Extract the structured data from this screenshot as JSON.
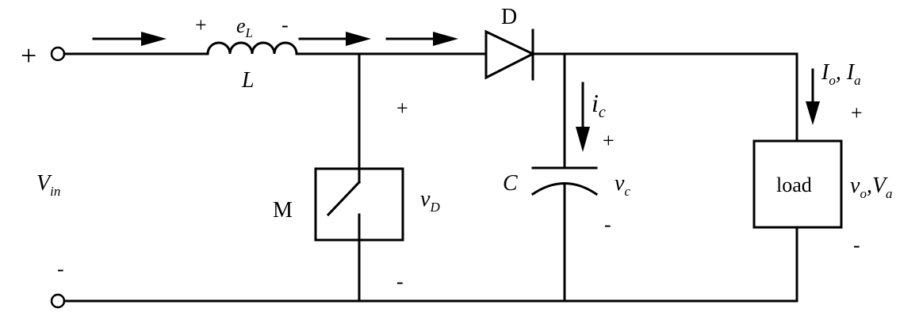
{
  "labels": {
    "input_plus": "+",
    "input_minus": "-",
    "v_in": "V",
    "v_in_sub": "in",
    "inductor_voltage": "e",
    "inductor_voltage_sub": "L",
    "inductor_plus": "+",
    "inductor_minus": "-",
    "inductor_name": "L",
    "switch_name": "M",
    "switch_voltage": "v",
    "switch_voltage_sub": "D",
    "switch_plus": "+",
    "switch_minus": "-",
    "diode_name": "D",
    "capacitor_name": "C",
    "capacitor_current": "i",
    "capacitor_current_sub": "c",
    "capacitor_voltage": "v",
    "capacitor_voltage_sub": "c",
    "capacitor_plus": "+",
    "capacitor_minus": "-",
    "load_name": "load",
    "output_current_1": "I",
    "output_current_1_sub": "o",
    "output_current_sep": ", ",
    "output_current_2": "I",
    "output_current_2_sub": "a",
    "output_voltage_1": "v",
    "output_voltage_1_sub": "o",
    "output_voltage_sep": ",",
    "output_voltage_2": "V",
    "output_voltage_2_sub": "a",
    "load_plus": "+",
    "load_minus": "-"
  }
}
